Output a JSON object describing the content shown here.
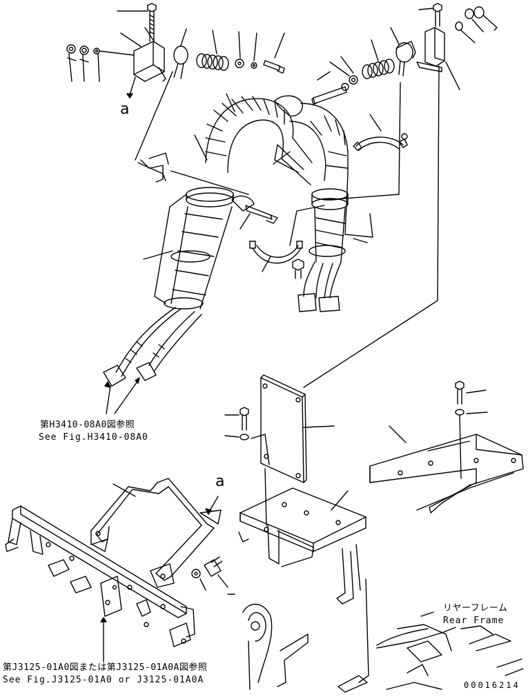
{
  "references": {
    "hose_ref_jp": "第H3410-08A0図参照",
    "hose_ref_en": "See Fig.H3410-08A0",
    "frame_ref_jp": "第J3125-01A0図または第J3125-01A0A図参照",
    "frame_ref_en": "See Fig.J3125-01A0 or J3125-01A0A"
  },
  "labels": {
    "rear_frame_jp": "リヤーフレーム",
    "rear_frame_en": "Rear Frame",
    "view_a_top": "a",
    "view_a_bottom": "a",
    "drawing_code": "00016214"
  },
  "colors": {
    "line": "#000000",
    "background": "#ffffff"
  }
}
